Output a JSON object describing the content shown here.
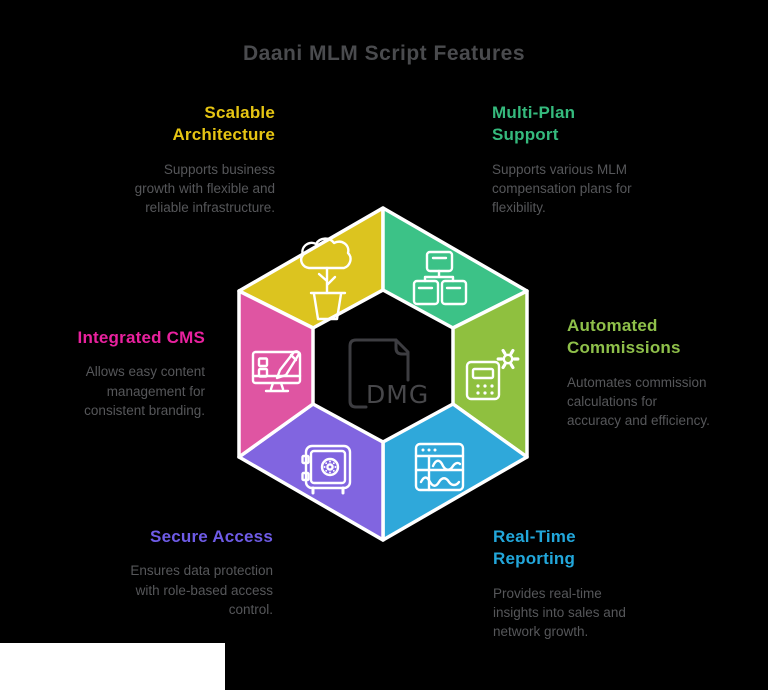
{
  "title": "Daani MLM Script Features",
  "title_color": "#4a4b4e",
  "background_color": "#000000",
  "center": {
    "file_label": "DMG",
    "icon": "document-file-icon",
    "icon_color": "#3d3d41"
  },
  "features": [
    {
      "id": "scalable-architecture",
      "heading": "Scalable Architecture",
      "description": "Supports business\ngrowth with flexible and\nreliable infrastructure.",
      "heading_color": "#e6c513",
      "segment_color": "#dcc41f",
      "icon": "plant-growth-icon"
    },
    {
      "id": "multi-plan-support",
      "heading": "Multi-Plan Support",
      "description": "Supports various MLM\ncompensation plans for\nflexibility.",
      "heading_color": "#35ba7d",
      "segment_color": "#3cc287",
      "icon": "hierarchy-network-icon"
    },
    {
      "id": "automated-commissions",
      "heading": "Automated Commissions",
      "description": "Automates commission\ncalculations for\naccuracy and efficiency.",
      "heading_color": "#8fc04a",
      "segment_color": "#8fc03f",
      "icon": "calculator-gear-icon"
    },
    {
      "id": "real-time-reporting",
      "heading": "Real-Time Reporting",
      "description": "Provides real-time\ninsights into sales and\nnetwork growth.",
      "heading_color": "#22a7db",
      "segment_color": "#2fa8da",
      "icon": "report-chart-icon"
    },
    {
      "id": "secure-access",
      "heading": "Secure Access",
      "description": "Ensures data protection\nwith role-based access\ncontrol.",
      "heading_color": "#6e5be6",
      "segment_color": "#8165e0",
      "icon": "safe-vault-icon"
    },
    {
      "id": "integrated-cms",
      "heading": "Integrated CMS",
      "description": "Allows easy content\nmanagement for\nconsistent branding.",
      "heading_color": "#e9219e",
      "segment_color": "#df55a2",
      "icon": "monitor-edit-icon"
    }
  ],
  "bottom_left_box_color": "#ffffff"
}
